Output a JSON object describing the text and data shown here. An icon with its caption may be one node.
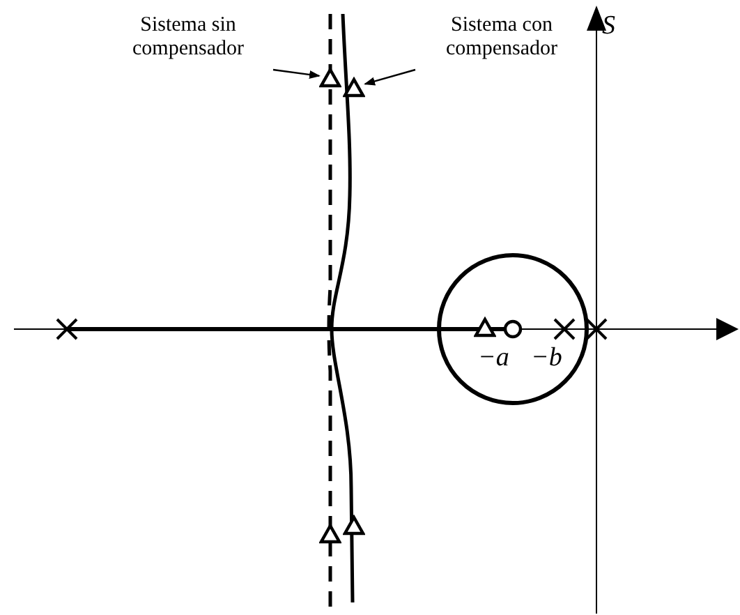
{
  "diagram": {
    "nodes": [
      {
        "text": [
          "Sistema sin compensador"
        ]
      },
      {
        "text": [
          "Sistema con compensador"
        ]
      },
      {
        "text": [],
        "shape": "triangle"
      },
      {
        "text": [],
        "shape": "triangle"
      },
      {
        "text": [],
        "shape": "triangle"
      },
      {
        "text": [],
        "shape": "triangle"
      },
      {
        "text": [],
        "shape": "triangle"
      }
    ],
    "edges": [
      {
        "from": 0,
        "to": 2,
        "arrow": "to"
      },
      {
        "from": 1,
        "to": 3,
        "arrow": "to"
      }
    ],
    "labels": [
      "S",
      "−*a*",
      "−*b*"
    ]
  }
}
